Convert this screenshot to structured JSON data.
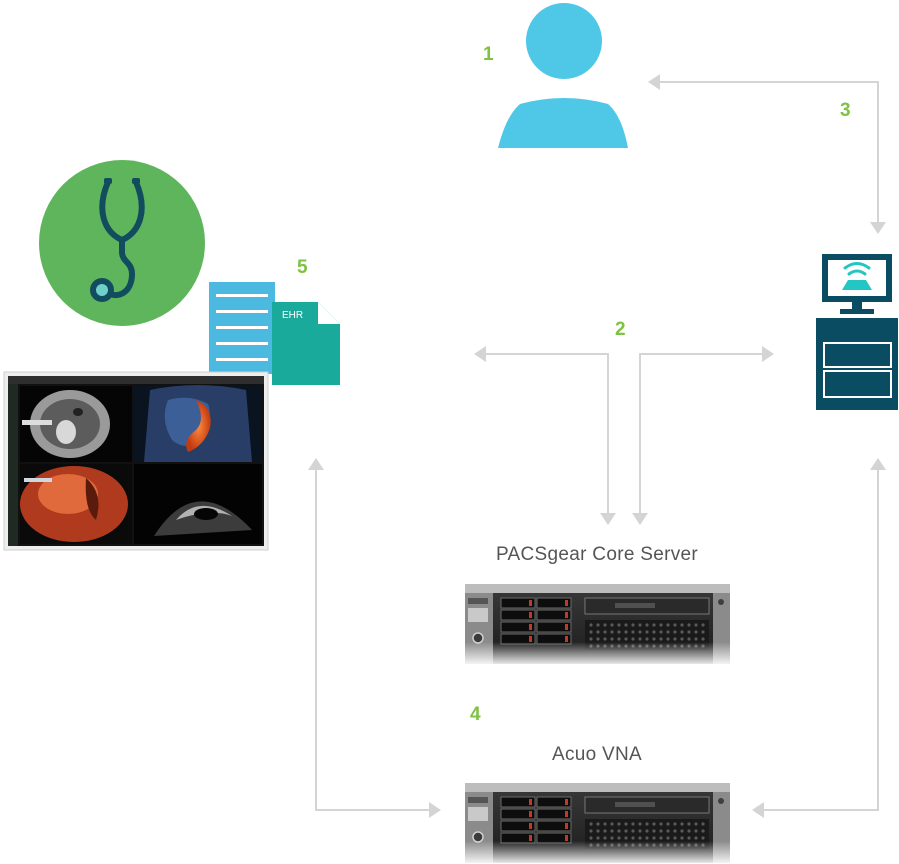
{
  "diagram": {
    "steps": {
      "user": "1",
      "core_exchange": "2",
      "workstation_exchange": "3",
      "archive": "4",
      "ehr": "5"
    },
    "servers": {
      "core_server_label": "PACSgear Core Server",
      "vna_label": "Acuo VNA"
    },
    "ehr_document": {
      "label": "EHR"
    }
  },
  "colors": {
    "step_number": "#7dc242",
    "server_label": "#555555",
    "user_icon": "#4fc8e8",
    "clinician_circle": "#5fb55c",
    "stethoscope": "#124c5f",
    "workstation": "#0a4d63",
    "workstation_accent": "#22c6c2",
    "ehr_front": "#19aa9b",
    "ehr_back": "#4bb9e0",
    "arrow": "#d4d4d4",
    "server_body": "#2b2b2b"
  },
  "icons": {
    "user": "user-icon",
    "clinician": "stethoscope-icon",
    "workstation": "workstation-icon",
    "ehr": "ehr-document-icon",
    "server": "rack-server-icon",
    "viewer": "imaging-viewer-image"
  }
}
